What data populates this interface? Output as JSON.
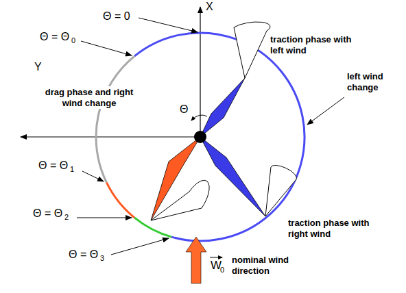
{
  "diagram": {
    "labels": [
      "X",
      "Θ = 0",
      "Θ = Θ",
      "0",
      "drag phase and right wind change",
      "Θ",
      "Y",
      "Θ = Θ",
      "1",
      "Θ = Θ",
      "2",
      "Θ = Θ",
      "3",
      "traction phase with left wind",
      "left wind change",
      "traction phase with right wind",
      "W",
      "0",
      "nominal wind direction"
    ]
  }
}
